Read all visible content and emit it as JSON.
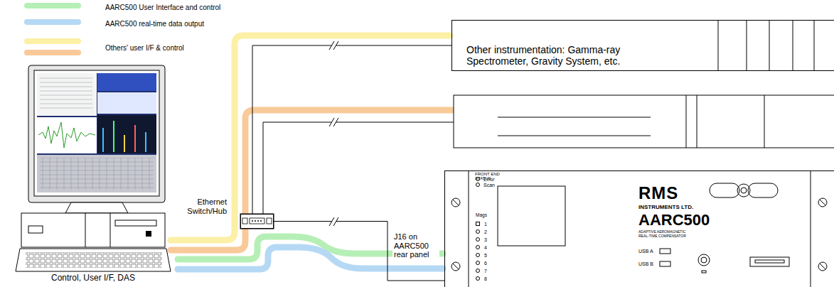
{
  "diagram": {
    "nodes": [
      {
        "text": [
          "Control, User I/F, DAS"
        ]
      },
      {
        "text": [
          "Ethernet Switch/Hub"
        ]
      },
      {
        "text": [
          "Other instrumentation: Gamma-ray Spectrometer, Gravity System, etc."
        ]
      },
      {
        "text": [
          "FRONT END STATUS",
          "Error",
          "Scan",
          "Mags",
          "1",
          "2",
          "3",
          "4",
          "5",
          "6",
          "7",
          "8",
          "RMS",
          "INSTRUMENTS LTD.",
          "AARC500",
          "ADAPTIVE AEROMAGNETIC REAL-TIME COMPENSATOR",
          "USB A",
          "USB B"
        ]
      }
    ],
    "edges": [
      {
        "from": 1,
        "to": 2,
        "arrow": "none"
      },
      {
        "from": 1,
        "to": 3,
        "arrow": "none"
      }
    ],
    "labels": [
      "J16 on AARC500 rear panel"
    ],
    "legend": [
      {
        "text": "AARC500 User Interface and control",
        "color": "#b6efb6"
      },
      {
        "text": "AARC500 real-time data output",
        "color": "#b5d9f5"
      },
      {
        "text": "Others' user I/F & control",
        "color": "#fcefa6"
      }
    ]
  }
}
